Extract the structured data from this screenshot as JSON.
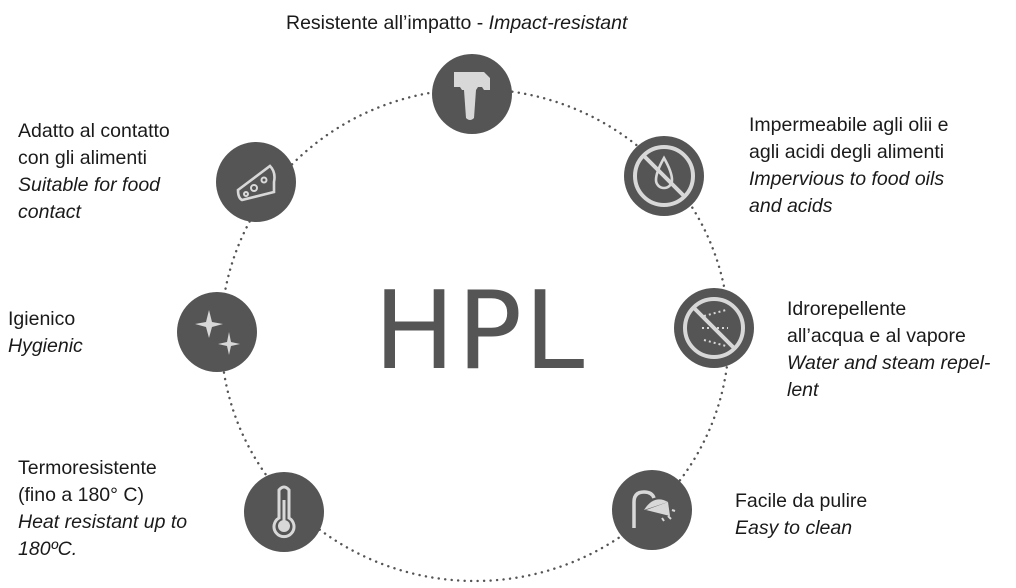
{
  "center": "HPL",
  "colors": {
    "node_fill": "#555555",
    "icon": "#d8d8d8",
    "ring_dots": "#555555",
    "title": "#555555"
  },
  "features": {
    "impact": {
      "icon": "hammer-icon",
      "it": "Resistente all’impatto - ",
      "en": "Impact-resistant"
    },
    "oils": {
      "icon": "no-drop-icon",
      "l1": "Impermeabile agli olii e",
      "l2": "agli acidi degli alimenti",
      "e1": "Impervious to food oils",
      "e2": "and acids"
    },
    "water": {
      "icon": "no-steam-icon",
      "l1": "Idrorepellente",
      "l2": "all’acqua e al vapore",
      "e1": "Water and steam repel-",
      "e2": "lent"
    },
    "clean": {
      "icon": "shower-icon",
      "l1": "Facile da pulire",
      "e1": "Easy to clean"
    },
    "heat": {
      "icon": "thermometer-icon",
      "l1": "Termoresistente",
      "l2": "(fino a 180° C)",
      "e1": "Heat resistant up to",
      "e2": "180ºC."
    },
    "hygiene": {
      "icon": "sparkle-icon",
      "l1": "Igienico",
      "e1": "Hygienic"
    },
    "food": {
      "icon": "cheese-icon",
      "l1": "Adatto al contatto",
      "l2": "con gli alimenti",
      "e1": "Suitable for food",
      "e2": "contact"
    }
  }
}
